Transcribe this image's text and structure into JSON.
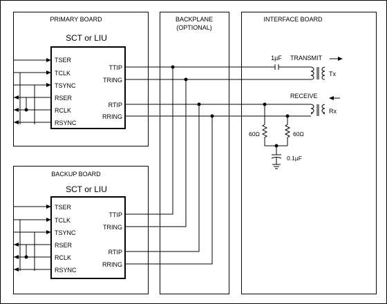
{
  "primary": {
    "title": "PRIMARY BOARD",
    "chip": "SCT or LIU",
    "left_pins": [
      "TSER",
      "TCLK",
      "TSYNC",
      "RSER",
      "RCLK",
      "RSYNC"
    ],
    "right_pins": [
      "TTIP",
      "TRING",
      "RTIP",
      "RRING"
    ]
  },
  "backup": {
    "title": "BACKUP BOARD",
    "chip": "SCT or LIU",
    "left_pins": [
      "TSER",
      "TCLK",
      "TSYNC",
      "RSER",
      "RCLK",
      "RSYNC"
    ],
    "right_pins": [
      "TTIP",
      "TRING",
      "RTIP",
      "RRING"
    ]
  },
  "backplane": {
    "line1": "BACKPLANE",
    "line2": "(OPTIONAL)"
  },
  "interface": {
    "title": "INTERFACE BOARD",
    "cap_top": "1µF",
    "transmit": "TRANSMIT",
    "tx": "Tx",
    "receive": "RECEIVE",
    "rx": "Rx",
    "res_left": "60Ω",
    "res_right": "60Ω",
    "cap_bottom": "0.1µF"
  }
}
